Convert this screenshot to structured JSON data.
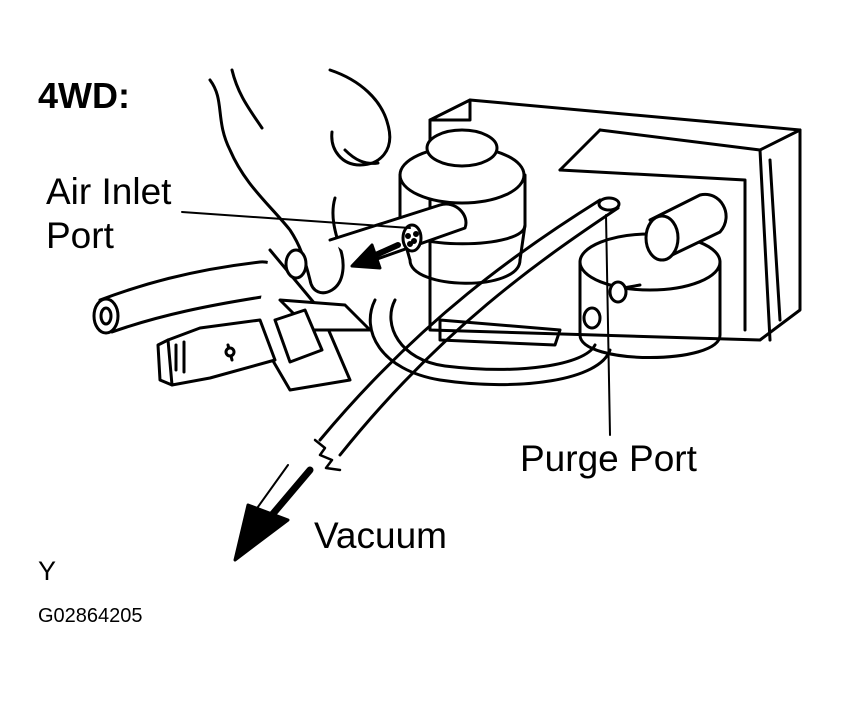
{
  "title": "4WD:",
  "labels": {
    "air_inlet_port_line1": "Air Inlet",
    "air_inlet_port_line2": "Port",
    "purge_port": "Purge Port",
    "vacuum": "Vacuum"
  },
  "figure": {
    "letter": "Y",
    "code": "G02864205"
  }
}
